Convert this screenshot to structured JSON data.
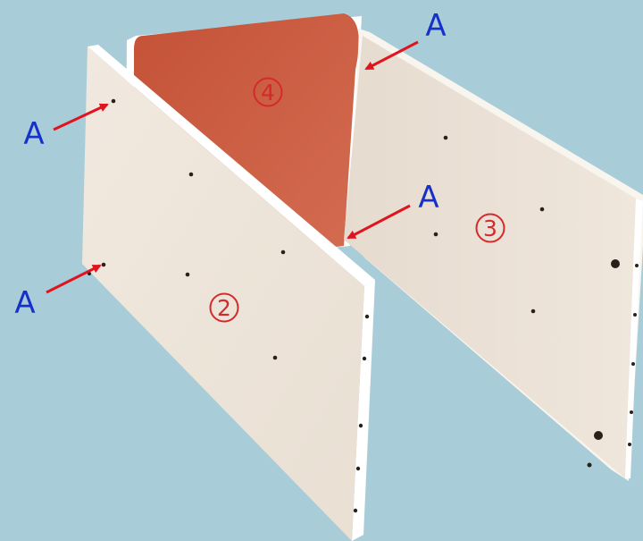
{
  "callout": {
    "label": "A",
    "label_color": "#1631c9",
    "arrow_color": "#e0141e"
  },
  "parts": {
    "left_panel": "2",
    "right_panel": "3",
    "back_panel": "4",
    "number_color": "#d42a2a"
  },
  "colors": {
    "background": "#a9cdd8",
    "panel_face": "#ece3d8",
    "panel_edge": "#ffffff",
    "back_panel": "#c65a3e"
  },
  "icons": [
    "callout-arrow",
    "circled-part-number",
    "drill-hole"
  ]
}
